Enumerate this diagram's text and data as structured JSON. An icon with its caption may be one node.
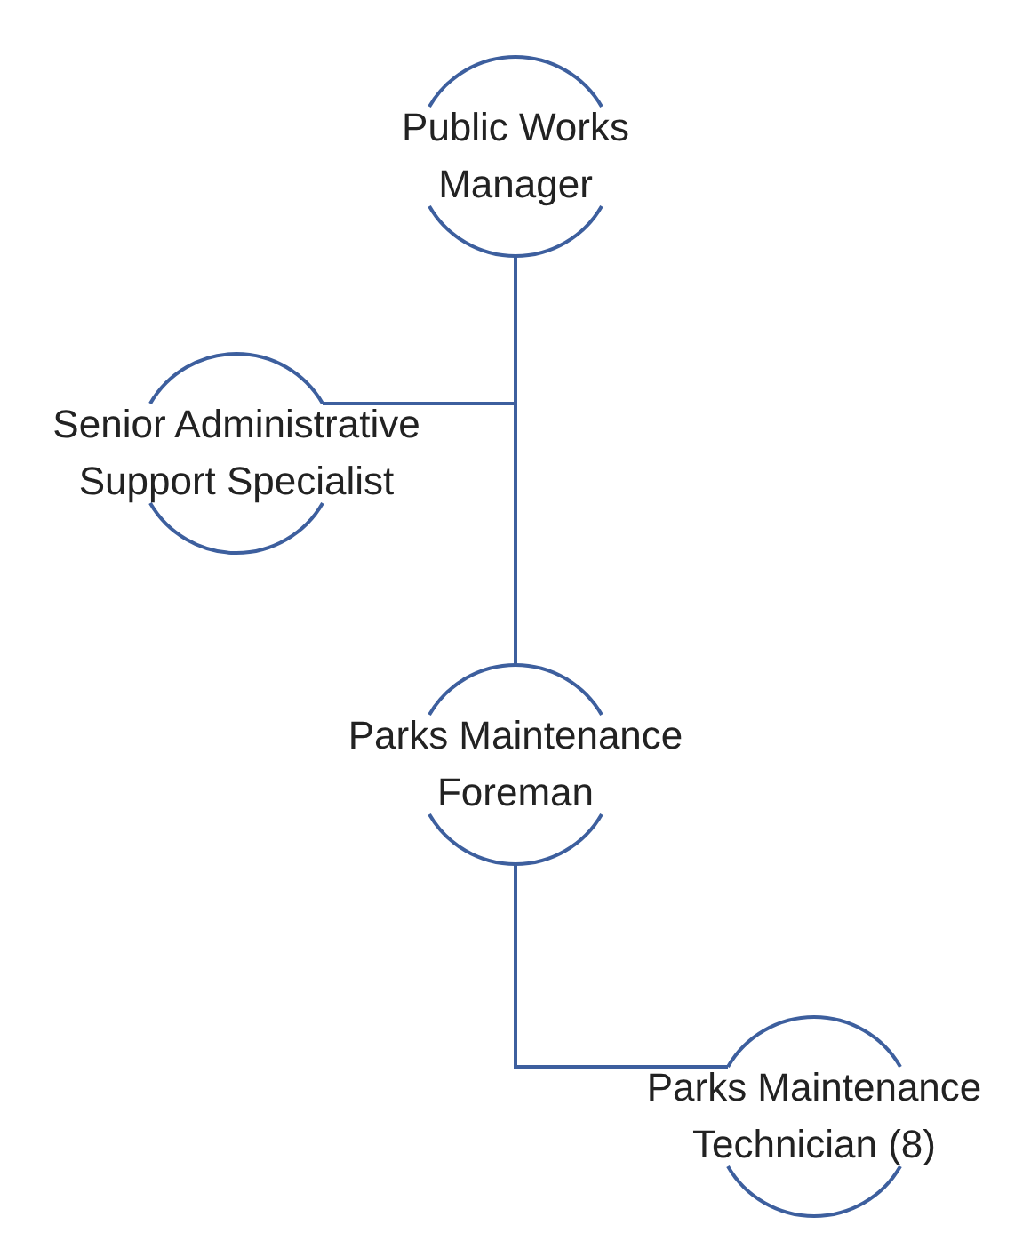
{
  "diagram": {
    "nodes": [
      {
        "text": [
          "Public Works Manager"
        ]
      },
      {
        "text": [
          "Senior Administrative Support Specialist"
        ]
      },
      {
        "text": [
          "Parks Maintenance Foreman"
        ]
      },
      {
        "text": [
          "Parks Maintenance Technician (8)"
        ]
      }
    ],
    "edges": [
      {
        "from": 0,
        "to": 1,
        "arrow": "none"
      },
      {
        "from": 0,
        "to": 2,
        "arrow": "none"
      },
      {
        "from": 2,
        "to": 3,
        "arrow": "none"
      }
    ]
  }
}
